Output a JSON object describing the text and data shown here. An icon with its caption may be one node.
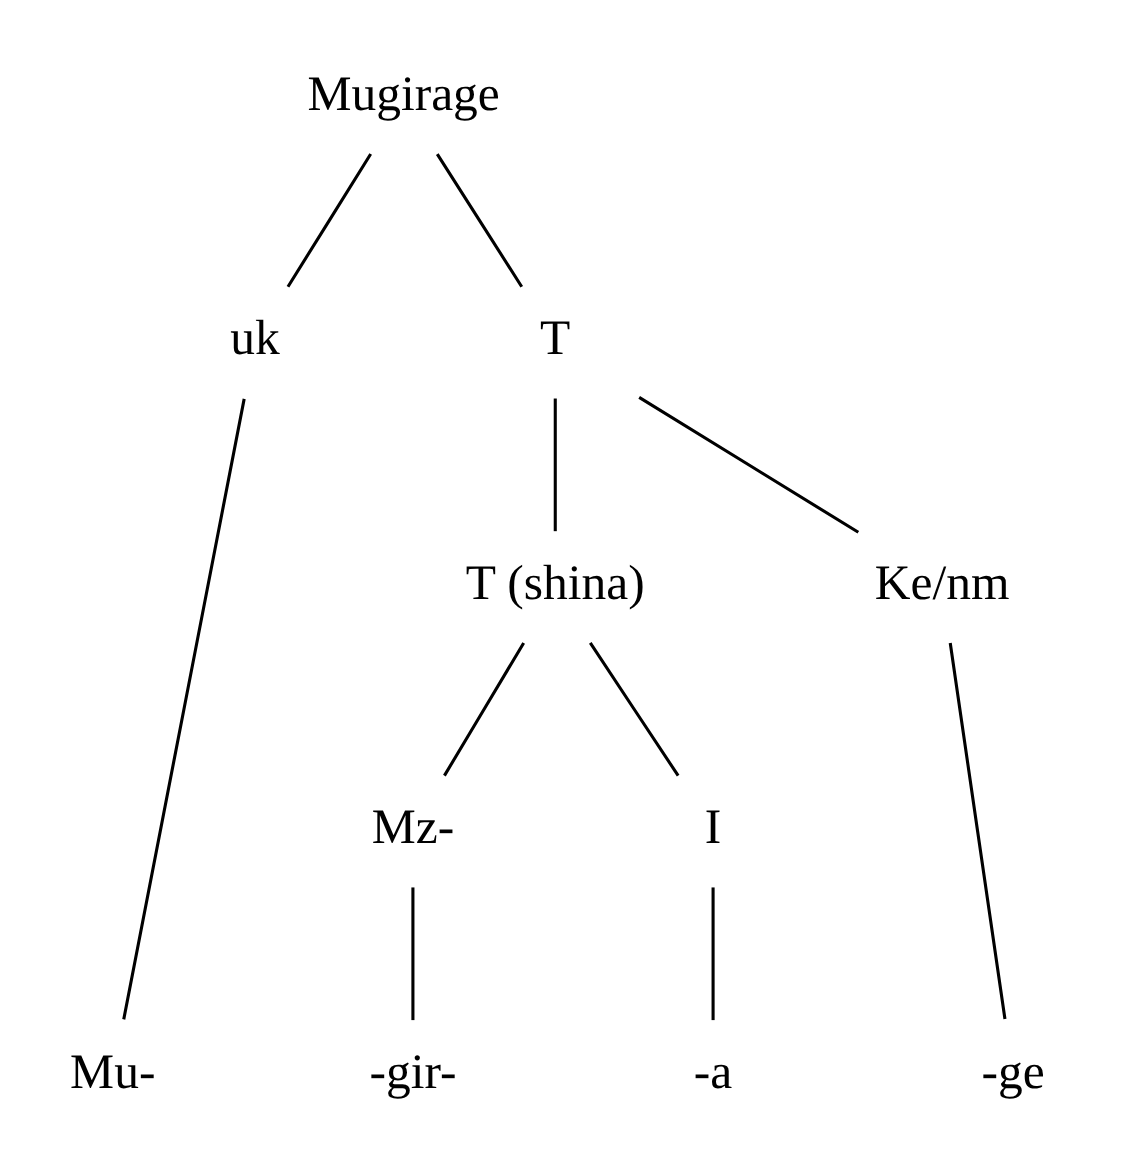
{
  "diagram": {
    "nodes": [
      {
        "text": [
          "Mugirage"
        ]
      },
      {
        "text": [
          "uk"
        ]
      },
      {
        "text": [
          "T"
        ]
      },
      {
        "text": [
          "T (shina)"
        ]
      },
      {
        "text": [
          "Ke/nm"
        ]
      },
      {
        "text": [
          "Mz-"
        ]
      },
      {
        "text": [
          "I"
        ]
      },
      {
        "text": [
          "Mu-"
        ]
      },
      {
        "text": [
          "-gir-"
        ]
      },
      {
        "text": [
          "-a"
        ]
      },
      {
        "text": [
          "-ge"
        ]
      }
    ],
    "edges": [
      {
        "from": 0,
        "to": 1,
        "arrow": "none"
      },
      {
        "from": 0,
        "to": 2,
        "arrow": "none"
      },
      {
        "from": 1,
        "to": 7,
        "arrow": "none"
      },
      {
        "from": 2,
        "to": 3,
        "arrow": "none"
      },
      {
        "from": 2,
        "to": 4,
        "arrow": "none"
      },
      {
        "from": 3,
        "to": 5,
        "arrow": "none"
      },
      {
        "from": 3,
        "to": 6,
        "arrow": "none"
      },
      {
        "from": 5,
        "to": 8,
        "arrow": "none"
      },
      {
        "from": 6,
        "to": 9,
        "arrow": "none"
      },
      {
        "from": 4,
        "to": 10,
        "arrow": "none"
      }
    ]
  }
}
